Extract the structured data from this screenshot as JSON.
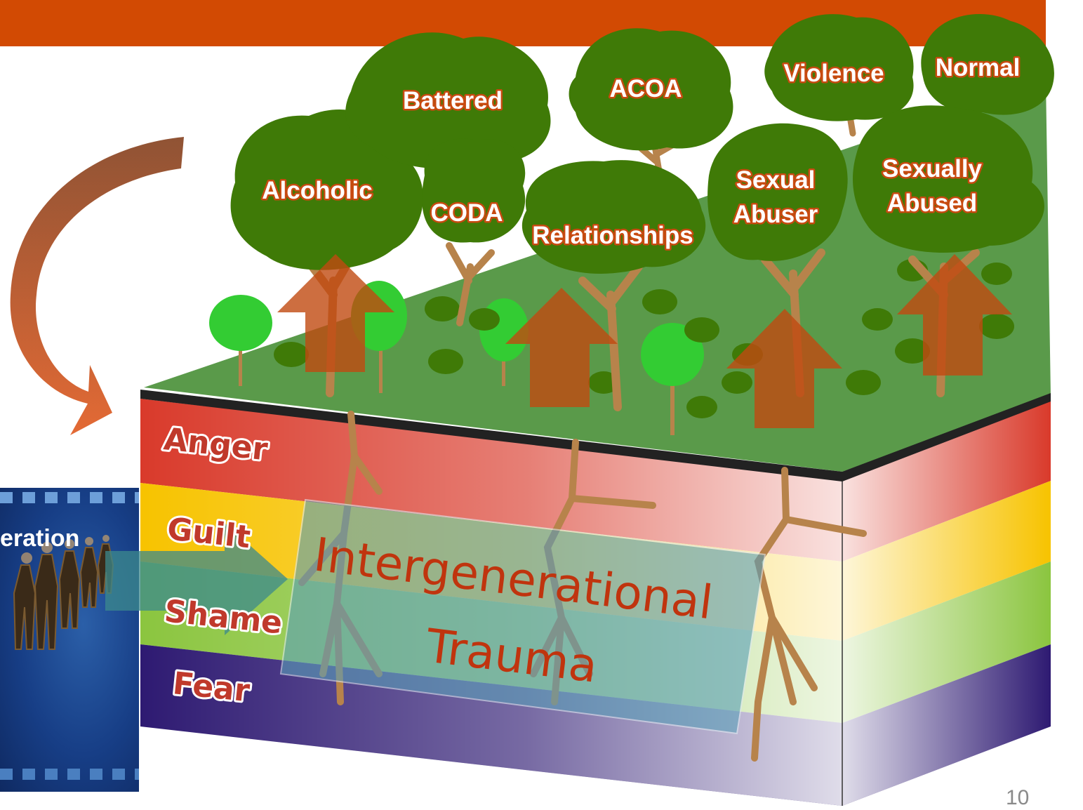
{
  "slide": {
    "number": "10",
    "banner_color": "#d24a03"
  },
  "generation_card": {
    "label": "eration"
  },
  "trees": [
    {
      "id": "alcoholic",
      "label": "Alcoholic"
    },
    {
      "id": "battered",
      "label": "Battered"
    },
    {
      "id": "coda",
      "label": "CODA"
    },
    {
      "id": "acoa",
      "label": "ACOA"
    },
    {
      "id": "relationships",
      "label": "Relationships"
    },
    {
      "id": "violence",
      "label": "Violence"
    },
    {
      "id": "normal",
      "label": "Normal"
    },
    {
      "id": "sexual-abuser",
      "label": "Sexual Abuser",
      "lines": [
        "Sexual",
        "Abuser"
      ]
    },
    {
      "id": "sexually-abused",
      "label": "Sexually Abused",
      "lines": [
        "Sexually",
        "Abused"
      ]
    }
  ],
  "layers": [
    {
      "label": "Anger",
      "color": "#d93a2b"
    },
    {
      "label": "Guilt",
      "color": "#f7c300"
    },
    {
      "label": "Shame",
      "color": "#8bc53f"
    },
    {
      "label": "Fear",
      "color": "#2e1a72"
    }
  ],
  "trauma_box": {
    "line1": "Intergenerational",
    "line2": "Trauma"
  },
  "colors": {
    "foliage": "#3f7a07",
    "ground": "#5a9a4a",
    "small_tree": "#33cc33",
    "trunk": "#b7834b",
    "arrow": "#c04a10"
  }
}
